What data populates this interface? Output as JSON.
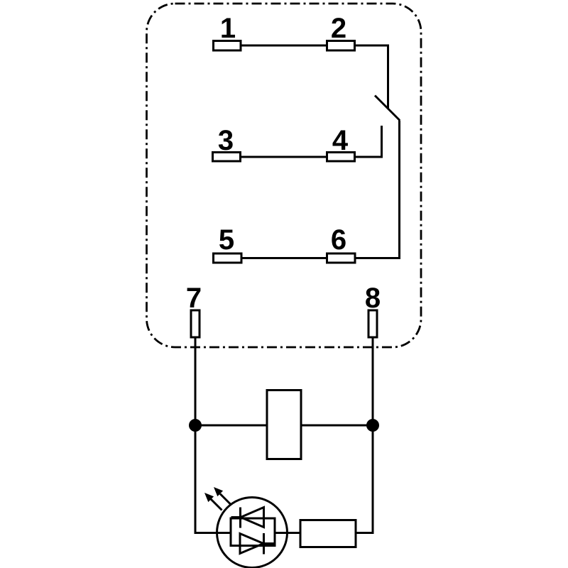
{
  "diagram": {
    "kind": "relay-contact-and-coil-wiring-schematic",
    "background": "#ffffff",
    "line_color": "#000000",
    "pin_labels": [
      "1",
      "2",
      "3",
      "4",
      "5",
      "6",
      "7",
      "8"
    ],
    "symbols": {
      "outline": "relay-body-dash-dot-outline",
      "switch": "changeover-contact-arm",
      "coil": "coil-rectangle",
      "led": "bidirectional-led-indicator",
      "resistor": "series-resistor"
    }
  }
}
